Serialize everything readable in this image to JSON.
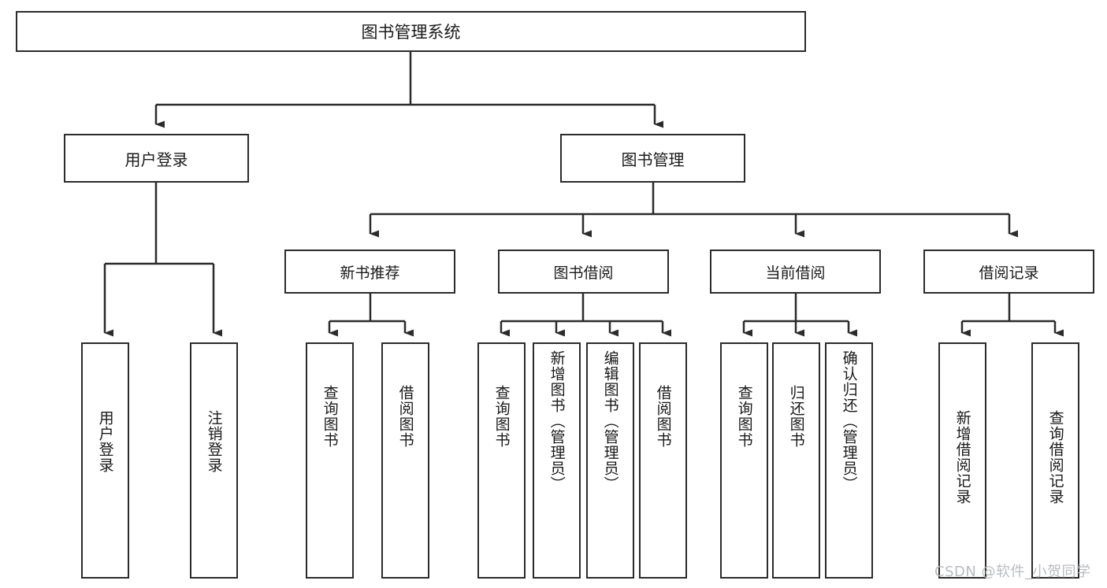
{
  "diagram": {
    "type": "tree",
    "title": "图书管理系统",
    "root": {
      "label": "图书管理系统"
    },
    "level2": [
      {
        "label": "用户登录"
      },
      {
        "label": "图书管理"
      }
    ],
    "level3": [
      {
        "label": "新书推荐"
      },
      {
        "label": "图书借阅"
      },
      {
        "label": "当前借阅"
      },
      {
        "label": "借阅记录"
      }
    ],
    "leaves": {
      "user_login": [
        {
          "label": "用户登录"
        },
        {
          "label": "注销登录"
        }
      ],
      "new_book_recommend": [
        {
          "label": "查询图书"
        },
        {
          "label": "借阅图书"
        }
      ],
      "book_borrow": [
        {
          "label": "查询图书"
        },
        {
          "label": "新增图书（管理员）"
        },
        {
          "label": "编辑图书（管理员）"
        },
        {
          "label": "借阅图书"
        }
      ],
      "current_borrow": [
        {
          "label": "查询图书"
        },
        {
          "label": "归还图书"
        },
        {
          "label": "确认归还（管理员）"
        }
      ],
      "borrow_record": [
        {
          "label": "新增借阅记录"
        },
        {
          "label": "查询借阅记录"
        }
      ]
    }
  },
  "watermark": {
    "text": "CSDN @软件_小贺同学"
  },
  "colors": {
    "stroke": "#2b2b2b",
    "background": "#ffffff",
    "text": "#1a1a1a",
    "watermark": "#b9bcc0"
  }
}
